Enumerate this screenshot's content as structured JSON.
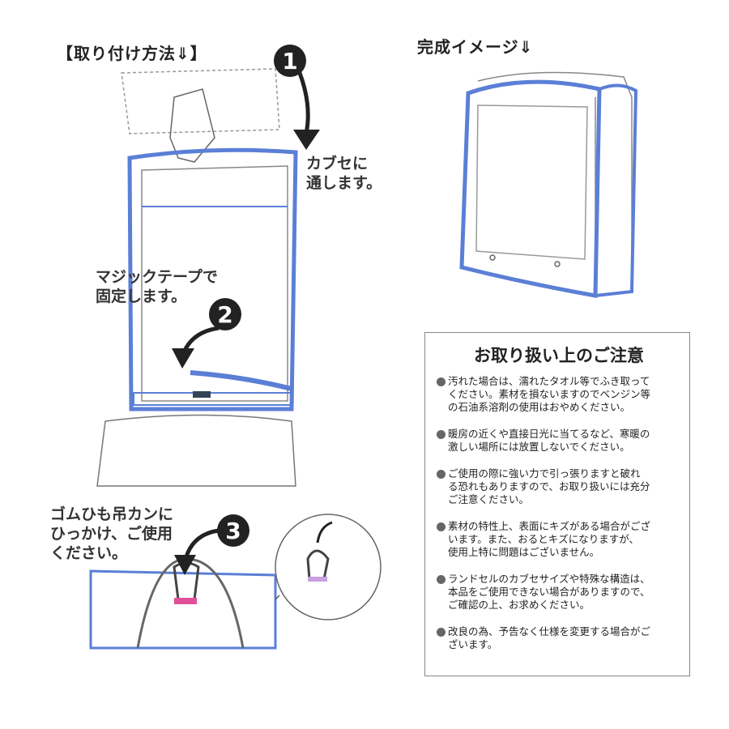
{
  "install_title": "【取り付け方法⇓】",
  "result_title": "完成イメージ⇓",
  "steps": [
    {
      "number": "1",
      "text": "カブセに\n通します。"
    },
    {
      "number": "2",
      "text": "マジックテープで\n固定します。"
    },
    {
      "number": "3",
      "text": "ゴムひも吊カンに\nひっかけ、ご使用\nください。"
    }
  ],
  "notes": {
    "title": "お取り扱い上のご注意",
    "items": [
      "汚れた場合は、濡れたタオル等でふき取って\nください。素材を損ないますのでベンジン等\nの石油系溶剤の使用はおやめください。",
      "暖房の近くや直接日光に当てるなど、寒暖の\n激しい場所には放置しないでください。",
      "ご使用の際に強い力で引っ張りますと破れ\nる恐れもありますので、お取り扱いには充分\nご注意ください。",
      "素材の特性上、表面にキズがある場合がござ\nいます。また、おるとキズになりますが、\n使用上特に問題はございません。",
      "ランドセルのカブセサイズや特殊な構造は、\n本品をご使用できない場合がありますので、\nご確認の上、お求めください。",
      "改良の為、予告なく仕様を変更する場合がご\nざいます。"
    ]
  },
  "colors": {
    "cover_blue": "#5b7fd6",
    "accent_pink": "#e0509a"
  }
}
